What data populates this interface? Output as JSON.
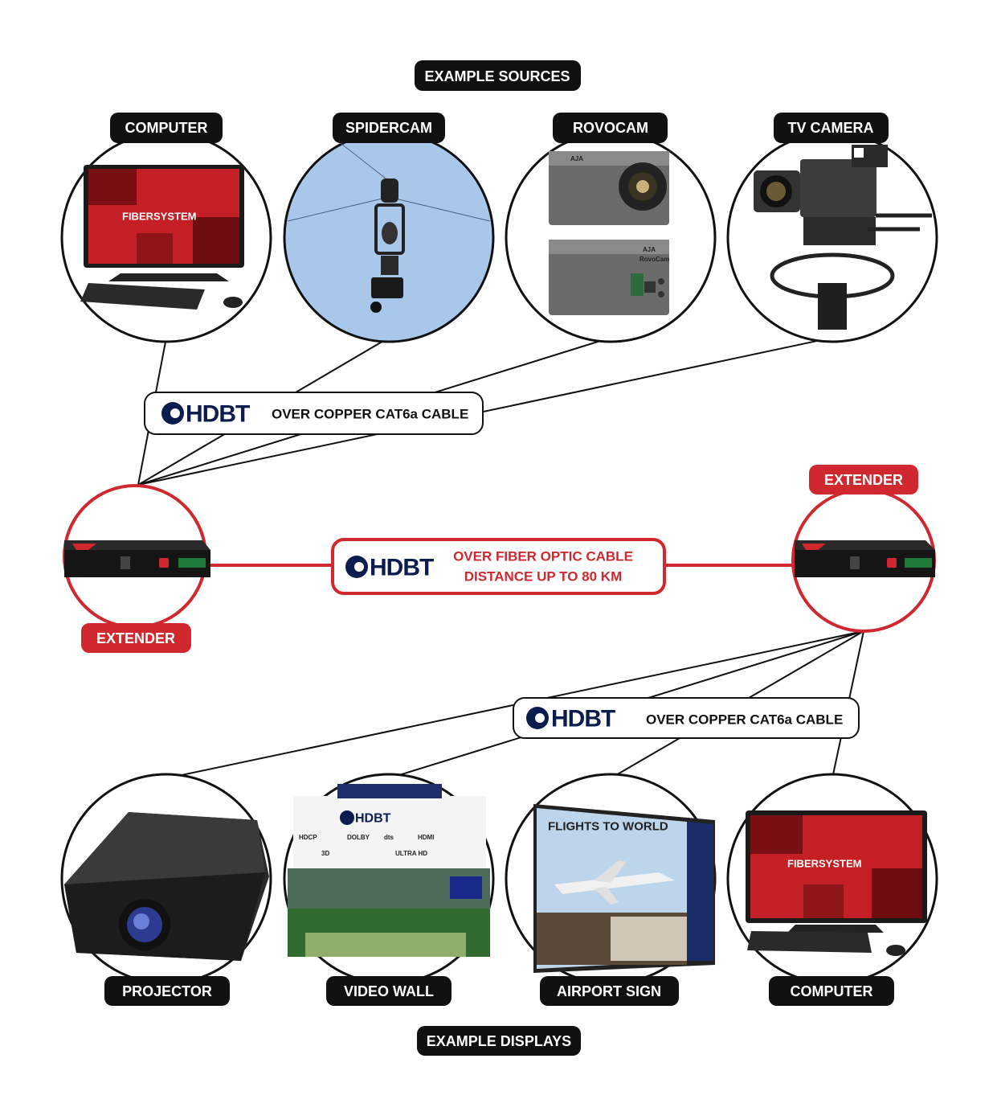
{
  "header": {
    "sources_label": "EXAMPLE SOURCES"
  },
  "footer": {
    "displays_label": "EXAMPLE DISPLAYS"
  },
  "sources": [
    {
      "label": "COMPUTER",
      "icon": "computer-icon",
      "screen_text": "FIBERSYSTEM"
    },
    {
      "label": "SPIDERCAM",
      "icon": "spidercam-icon"
    },
    {
      "label": "ROVOCAM",
      "icon": "rovocam-icon",
      "brand": "AJA",
      "model": "RovoCam"
    },
    {
      "label": "TV CAMERA",
      "icon": "tv-camera-icon"
    }
  ],
  "extenders": {
    "left_label": "EXTENDER",
    "right_label": "EXTENDER"
  },
  "links": {
    "top_cable": {
      "logo": "HDBT",
      "text": "OVER COPPER CAT6a CABLE"
    },
    "fiber": {
      "logo": "HDBT",
      "line1": "OVER FIBER OPTIC CABLE",
      "line2": "DISTANCE UP TO 80 KM"
    },
    "bottom_cable": {
      "logo": "HDBT",
      "text": "OVER COPPER CAT6a CABLE"
    }
  },
  "displays": [
    {
      "label": "PROJECTOR",
      "icon": "projector-icon"
    },
    {
      "label": "VIDEO WALL",
      "icon": "video-wall-icon",
      "screen_text": "HDBT",
      "badges": [
        "HDCP",
        "DOLBY",
        "dts",
        "HDMI",
        "3D",
        "ULTRA HD"
      ]
    },
    {
      "label": "AIRPORT SIGN",
      "icon": "airport-sign-icon",
      "screen_text": "FLIGHTS TO WORLD"
    },
    {
      "label": "COMPUTER",
      "icon": "computer-icon",
      "screen_text": "FIBERSYSTEM"
    }
  ],
  "colors": {
    "accent_red": "#d0282e",
    "pill_dark": "#111111",
    "logo_blue": "#0b1d4f",
    "sky_blue": "#a9c7ea"
  }
}
